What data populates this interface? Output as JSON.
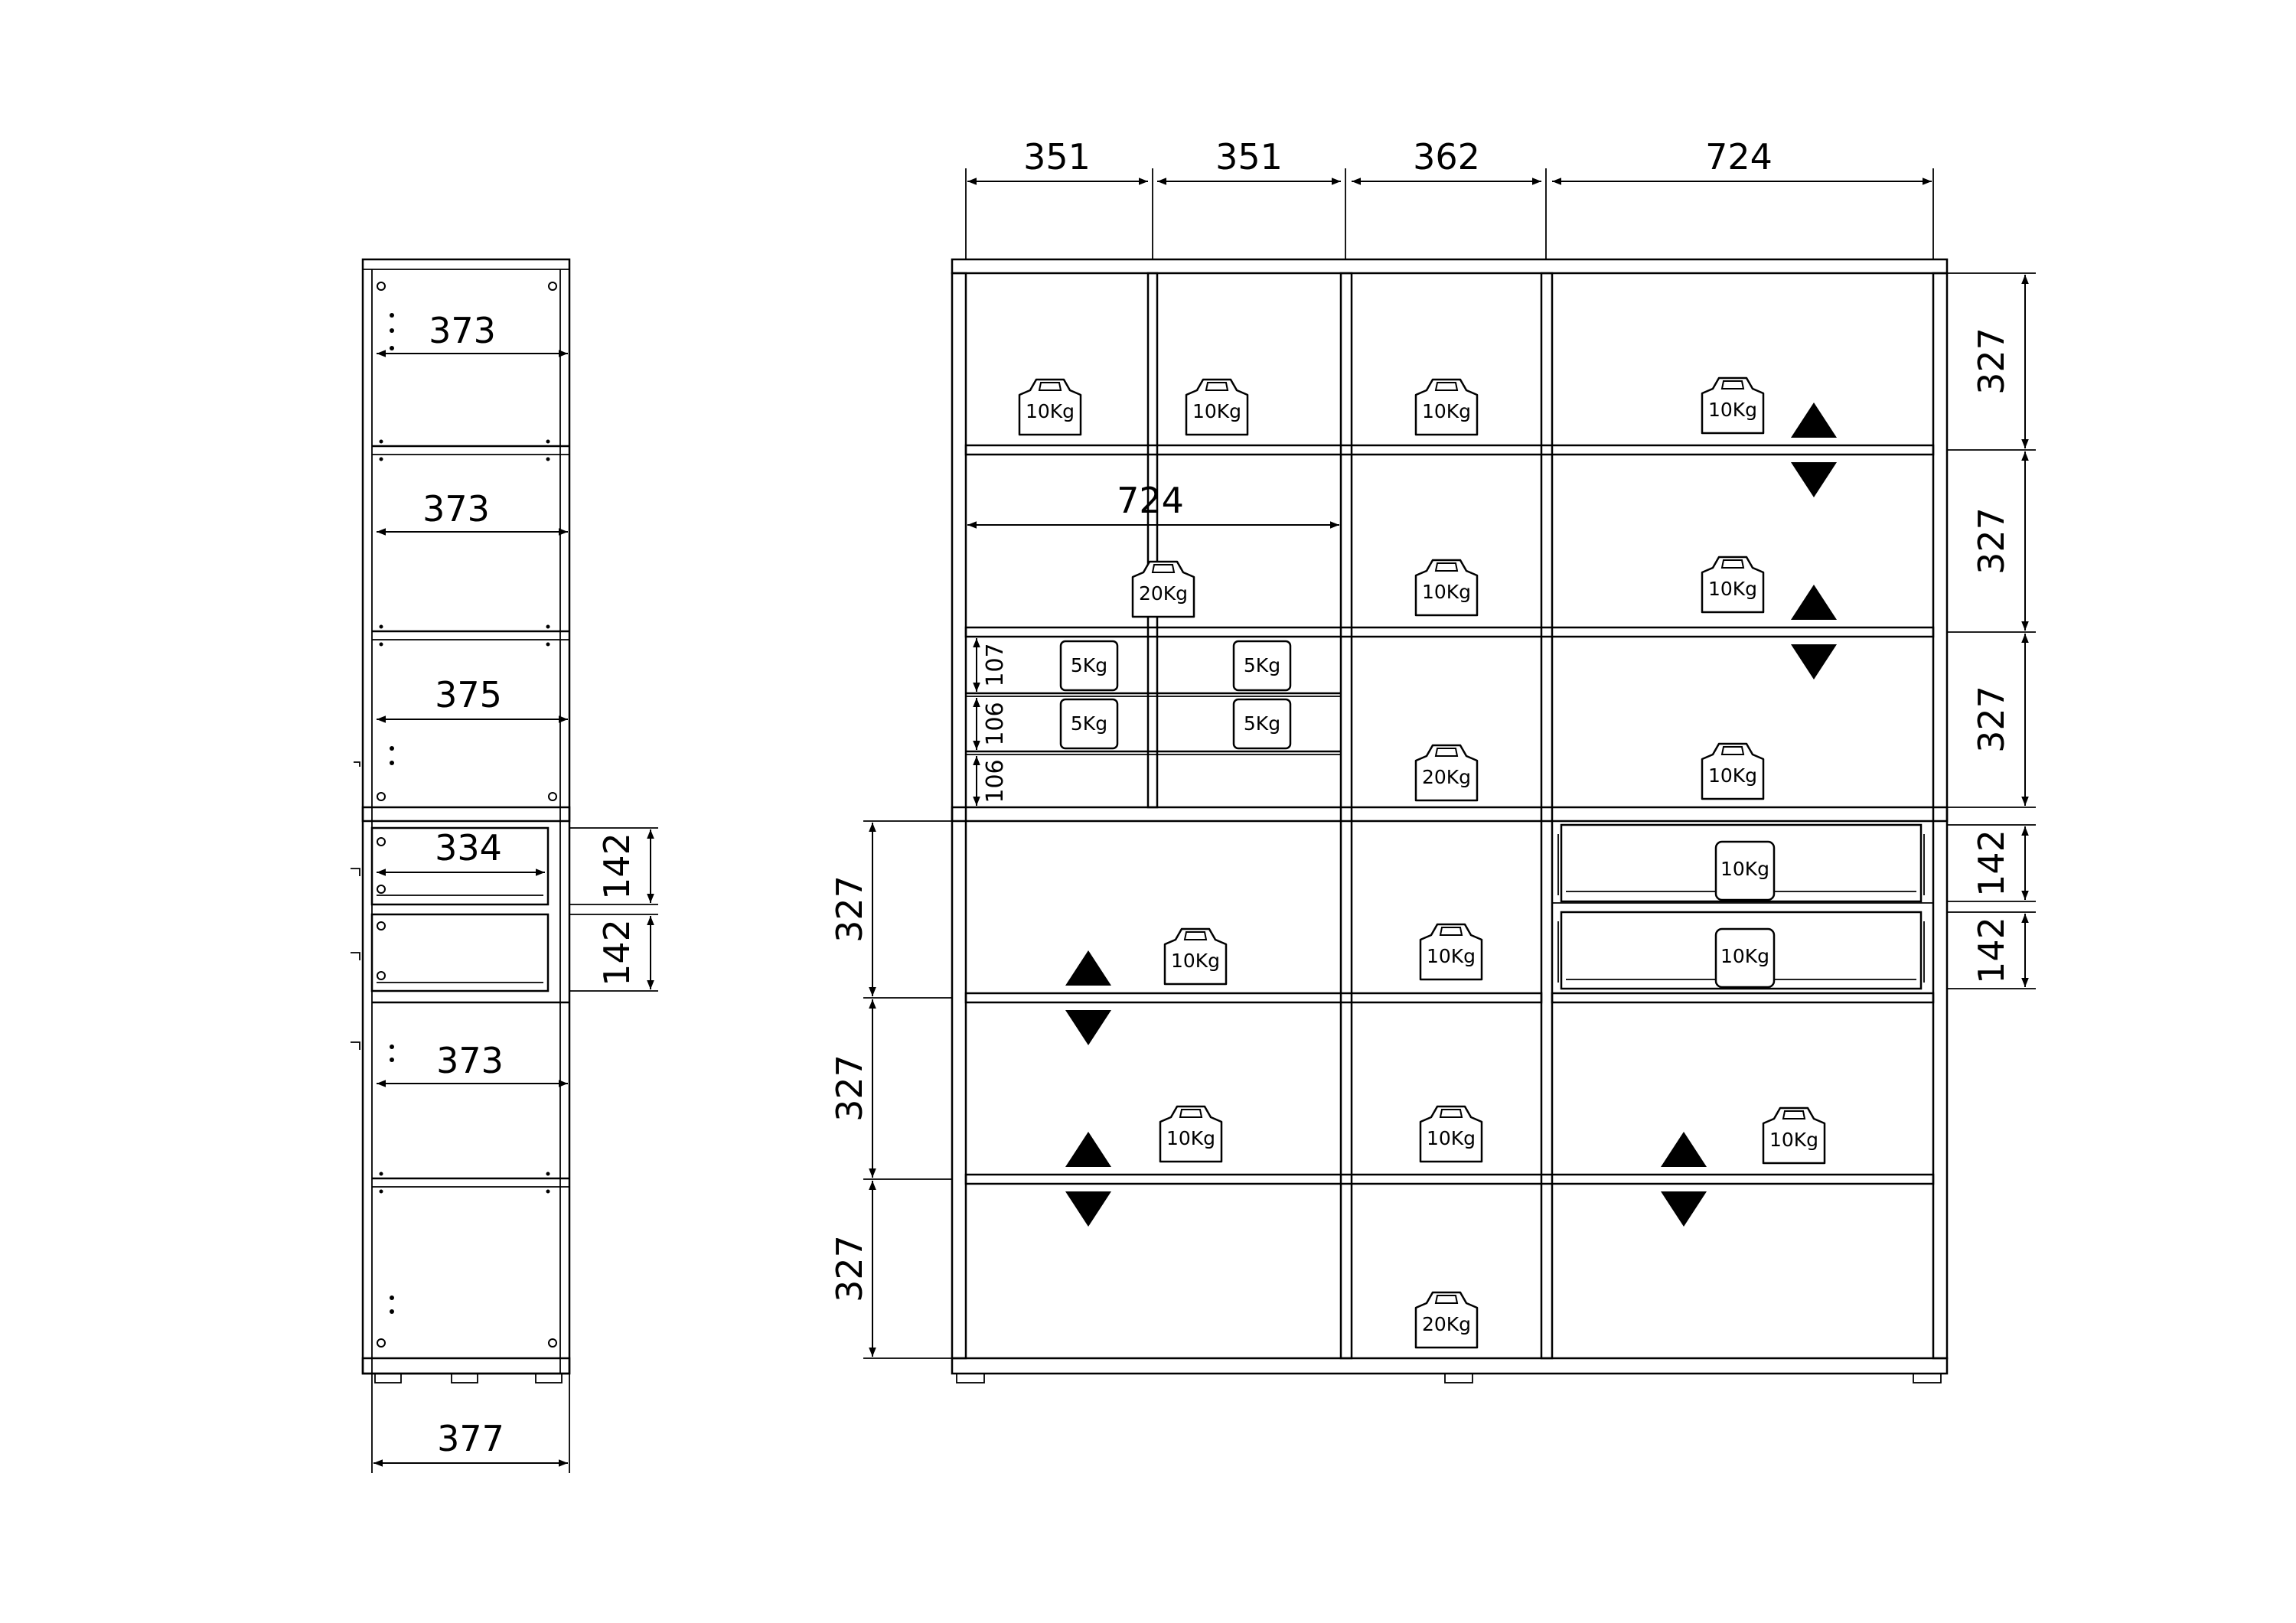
{
  "side_view": {
    "widths": [
      "373",
      "373",
      "375",
      "334",
      "373"
    ],
    "drawer_heights": [
      "142",
      "142"
    ],
    "depth": "377"
  },
  "front_view": {
    "column_widths": [
      "351",
      "351",
      "362",
      "724"
    ],
    "upper_row_heights": [
      "327",
      "327",
      "327"
    ],
    "lower_row_heights": [
      "327",
      "327",
      "327"
    ],
    "drawer_heights": [
      "142",
      "142"
    ],
    "span_width": "724",
    "small_drawer_heights": [
      "107",
      "106",
      "106"
    ],
    "weights": {
      "w10": "10Kg",
      "w20": "20Kg",
      "w5": "5Kg"
    }
  },
  "colors": {
    "line": "#000000",
    "background": "#ffffff"
  }
}
